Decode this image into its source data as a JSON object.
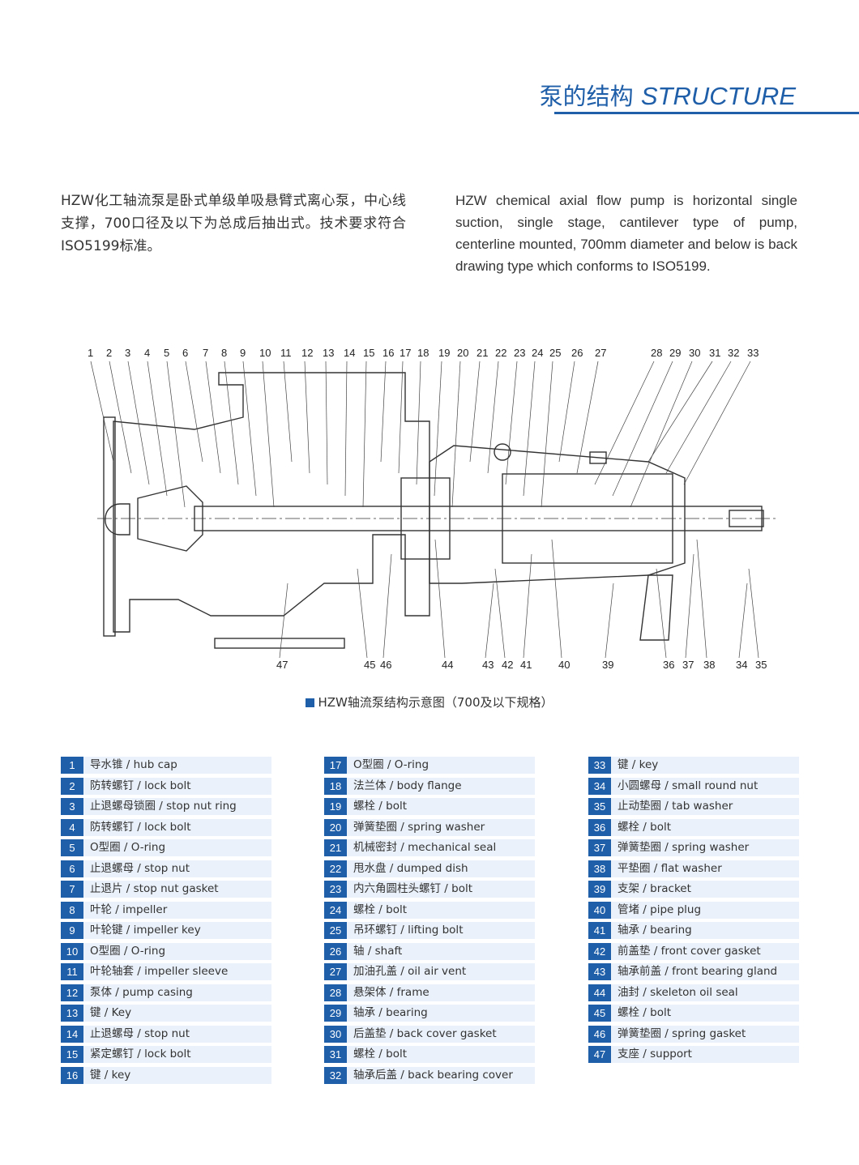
{
  "header": {
    "title_zh": "泵的结构",
    "title_en": "STRUCTURE"
  },
  "intro": {
    "zh": "HZW化工轴流泵是卧式单级单吸悬臂式离心泵，中心线支撑，700口径及以下为总成后抽出式。技术要求符合ISO5199标准。",
    "en": "HZW chemical axial flow pump is horizontal single suction, single stage, cantilever type of pump, centerline mounted, 700mm diameter and below is back drawing type which conforms to ISO5199."
  },
  "diagram": {
    "top_callouts": [
      "1",
      "2",
      "3",
      "4",
      "5",
      "6",
      "7",
      "8",
      "9",
      "10",
      "11",
      "12",
      "13",
      "14",
      "15",
      "16",
      "17",
      "18",
      "19",
      "20",
      "21",
      "22",
      "23",
      "24",
      "25",
      "26",
      "27",
      "28",
      "29",
      "30",
      "31",
      "32",
      "33"
    ],
    "bottom_callouts": [
      "47",
      "45",
      "46",
      "44",
      "43",
      "42",
      "41",
      "40",
      "39",
      "36",
      "37",
      "38",
      "34",
      "35"
    ]
  },
  "caption": "HZW轴流泵结构示意图（700及以下规格）",
  "parts_col1": [
    {
      "num": "1",
      "label": "导水锥 / hub cap"
    },
    {
      "num": "2",
      "label": "防转螺钉 / lock bolt"
    },
    {
      "num": "3",
      "label": "止退螺母锁圈 / stop nut ring"
    },
    {
      "num": "4",
      "label": "防转螺钉 / lock bolt"
    },
    {
      "num": "5",
      "label": "O型圈 / O-ring"
    },
    {
      "num": "6",
      "label": "止退螺母 / stop nut"
    },
    {
      "num": "7",
      "label": "止退片 / stop nut gasket"
    },
    {
      "num": "8",
      "label": "叶轮 / impeller"
    },
    {
      "num": "9",
      "label": "叶轮键 / impeller key"
    },
    {
      "num": "10",
      "label": "O型圈 / O-ring"
    },
    {
      "num": "11",
      "label": "叶轮轴套 / impeller sleeve"
    },
    {
      "num": "12",
      "label": "泵体 / pump casing"
    },
    {
      "num": "13",
      "label": "键 / Key"
    },
    {
      "num": "14",
      "label": "止退螺母 / stop nut"
    },
    {
      "num": "15",
      "label": "紧定螺钉 / lock bolt"
    },
    {
      "num": "16",
      "label": "键 / key"
    }
  ],
  "parts_col2": [
    {
      "num": "17",
      "label": "O型圈 / O-ring"
    },
    {
      "num": "18",
      "label": "法兰体 / body flange"
    },
    {
      "num": "19",
      "label": "螺栓 / bolt"
    },
    {
      "num": "20",
      "label": "弹簧垫圈 / spring washer"
    },
    {
      "num": "21",
      "label": "机械密封 / mechanical seal"
    },
    {
      "num": "22",
      "label": "甩水盘 / dumped dish"
    },
    {
      "num": "23",
      "label": "内六角圆柱头螺钉 / bolt"
    },
    {
      "num": "24",
      "label": "螺栓 / bolt"
    },
    {
      "num": "25",
      "label": "吊环螺钉 / lifting bolt"
    },
    {
      "num": "26",
      "label": "轴 / shaft"
    },
    {
      "num": "27",
      "label": "加油孔盖 / oil air vent"
    },
    {
      "num": "28",
      "label": "悬架体 / frame"
    },
    {
      "num": "29",
      "label": "轴承 / bearing"
    },
    {
      "num": "30",
      "label": "后盖垫 / back cover gasket"
    },
    {
      "num": "31",
      "label": "螺栓 / bolt"
    },
    {
      "num": "32",
      "label": "轴承后盖 / back bearing cover"
    }
  ],
  "parts_col3": [
    {
      "num": "33",
      "label": "键 / key"
    },
    {
      "num": "34",
      "label": "小圆螺母 / small round nut"
    },
    {
      "num": "35",
      "label": "止动垫圈 / tab washer"
    },
    {
      "num": "36",
      "label": "螺栓 / bolt"
    },
    {
      "num": "37",
      "label": "弹簧垫圈 / spring washer"
    },
    {
      "num": "38",
      "label": "平垫圈 / flat washer"
    },
    {
      "num": "39",
      "label": "支架 / bracket"
    },
    {
      "num": "40",
      "label": "管堵 / pipe plug"
    },
    {
      "num": "41",
      "label": "轴承 / bearing"
    },
    {
      "num": "42",
      "label": "前盖垫 / front cover gasket"
    },
    {
      "num": "43",
      "label": "轴承前盖 / front bearing gland"
    },
    {
      "num": "44",
      "label": "油封 / skeleton oil seal"
    },
    {
      "num": "45",
      "label": "螺栓 / bolt"
    },
    {
      "num": "46",
      "label": "弹簧垫圈 / spring gasket"
    },
    {
      "num": "47",
      "label": "支座 / support"
    }
  ]
}
